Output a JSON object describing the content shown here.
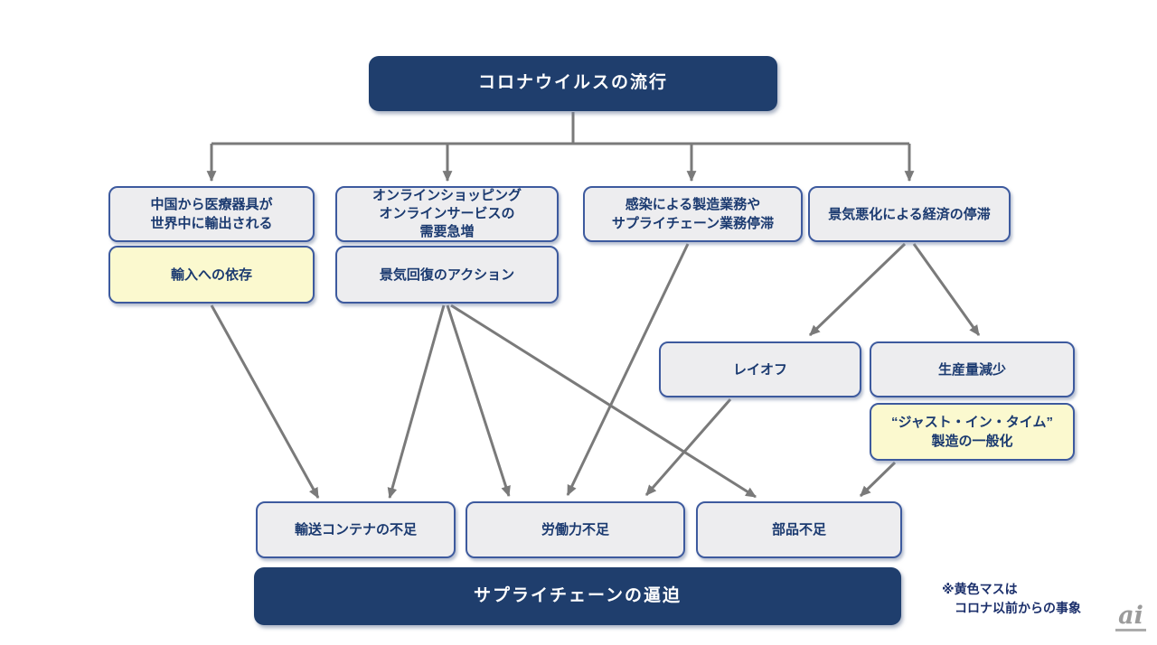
{
  "diagram": {
    "nodes": [
      {
        "id": "covid",
        "label": "コロナウイルスの流行",
        "type": "dark"
      },
      {
        "id": "china-export",
        "label": "中国から医療器具が\n世界中に輸出される",
        "type": "gray"
      },
      {
        "id": "online-demand",
        "label": "オンラインショッピング\nオンラインサービスの\n需要急増",
        "type": "gray"
      },
      {
        "id": "infection-stagnation",
        "label": "感染による製造業務や\nサプライチェーン業務停滞",
        "type": "gray"
      },
      {
        "id": "economic-stagnation",
        "label": "景気悪化による経済の停滞",
        "type": "gray"
      },
      {
        "id": "import-dependence",
        "label": "輸入への依存",
        "type": "yellow"
      },
      {
        "id": "recovery-action",
        "label": "景気回復のアクション",
        "type": "gray"
      },
      {
        "id": "layoff",
        "label": "レイオフ",
        "type": "gray"
      },
      {
        "id": "production-decrease",
        "label": "生産量減少",
        "type": "gray"
      },
      {
        "id": "jit-manufacturing",
        "label": "“ジャスト・イン・タイム”\n製造の一般化",
        "type": "yellow"
      },
      {
        "id": "container-shortage",
        "label": "輸送コンテナの不足",
        "type": "gray"
      },
      {
        "id": "labor-shortage",
        "label": "労働力不足",
        "type": "gray"
      },
      {
        "id": "parts-shortage",
        "label": "部品不足",
        "type": "gray"
      },
      {
        "id": "supply-chain-crunch",
        "label": "サプライチェーンの逼迫",
        "type": "dark"
      }
    ],
    "edges": [
      {
        "from": "covid",
        "to": "china-export"
      },
      {
        "from": "covid",
        "to": "online-demand"
      },
      {
        "from": "covid",
        "to": "infection-stagnation"
      },
      {
        "from": "covid",
        "to": "economic-stagnation"
      },
      {
        "from": "import-dependence",
        "to": "container-shortage"
      },
      {
        "from": "recovery-action",
        "to": "container-shortage"
      },
      {
        "from": "recovery-action",
        "to": "labor-shortage"
      },
      {
        "from": "recovery-action",
        "to": "parts-shortage"
      },
      {
        "from": "infection-stagnation",
        "to": "labor-shortage"
      },
      {
        "from": "economic-stagnation",
        "to": "layoff"
      },
      {
        "from": "economic-stagnation",
        "to": "production-decrease"
      },
      {
        "from": "layoff",
        "to": "labor-shortage"
      },
      {
        "from": "jit-manufacturing",
        "to": "parts-shortage"
      }
    ],
    "legend_note": "※黄色マスは\n　コロナ以前からの事象",
    "colors": {
      "dark_box": "#1f3e6d",
      "gray_box": "#ededef",
      "yellow_box": "#fbf9cf",
      "box_border": "#3d5a9e",
      "box_text": "#1b3a70",
      "arrow": "#7a7a7a"
    }
  },
  "watermark": {
    "logo_text": "ai"
  }
}
